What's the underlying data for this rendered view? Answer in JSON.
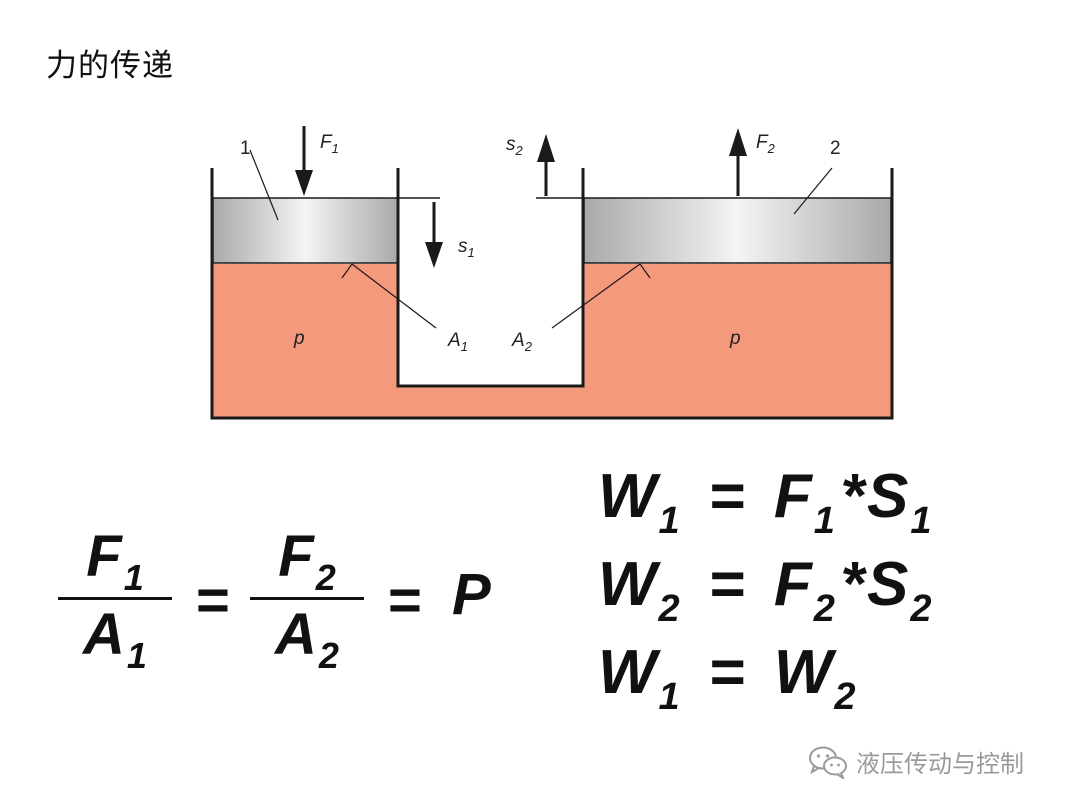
{
  "title": "力的传递",
  "diagram": {
    "labels": {
      "piston1": "1",
      "piston2": "2",
      "force1": "F",
      "force1_sub": "1",
      "force2": "F",
      "force2_sub": "2",
      "disp1": "s",
      "disp1_sub": "1",
      "disp2": "s",
      "disp2_sub": "2",
      "area1": "A",
      "area1_sub": "1",
      "area2": "A",
      "area2_sub": "2",
      "pressure_left": "p",
      "pressure_right": "p"
    },
    "colors": {
      "fluid": "#f4997c",
      "piston_light": "#f4f4f4",
      "piston_dark": "#a9a9a9",
      "outline": "#1a1a1a"
    }
  },
  "formulas": {
    "pressure": {
      "num1": "F",
      "num1_sub": "1",
      "den1": "A",
      "den1_sub": "1",
      "eq1": "=",
      "num2": "F",
      "num2_sub": "2",
      "den2": "A",
      "den2_sub": "2",
      "eq2": "=",
      "result": "P"
    },
    "work": [
      {
        "lhs": "W",
        "lhs_sub": "1",
        "eq": "=",
        "f": "F",
        "f_sub": "1",
        "star": "*",
        "s": "S",
        "s_sub": "1"
      },
      {
        "lhs": "W",
        "lhs_sub": "2",
        "eq": "=",
        "f": "F",
        "f_sub": "2",
        "star": "*",
        "s": "S",
        "s_sub": "2"
      },
      {
        "lhs": "W",
        "lhs_sub": "1",
        "eq": "=",
        "rhs": "W",
        "rhs_sub": "2"
      }
    ]
  },
  "watermark": {
    "text": "液压传动与控制",
    "icon": "wechat-icon"
  }
}
